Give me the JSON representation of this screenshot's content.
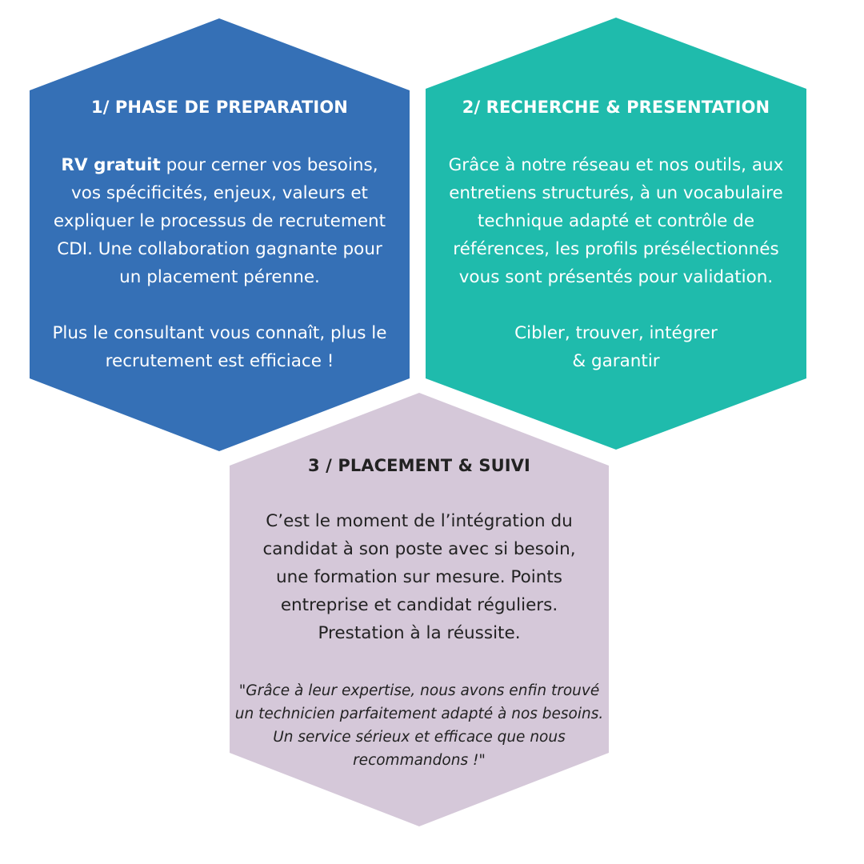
{
  "colors": {
    "phase1_bg": "#3570B6",
    "phase2_bg": "#1FBBAC",
    "phase3_bg": "#D5C8D9",
    "light_text": "#FFFFFF",
    "dark_text": "#222222",
    "background": "#FFFFFF"
  },
  "phases": [
    {
      "title": "1/ PHASE DE PREPARATION",
      "body_bold_lead": "RV gratuit",
      "body_lines": [
        " pour cerner vos besoins,",
        "vos spécificités, enjeux, valeurs et",
        "expliquer le processus de recrutement",
        "CDI. Une collaboration gagnante pour",
        "un placement pérenne."
      ],
      "closing_lines": [
        "Plus le consultant vous connaît, plus le",
        "recrutement est efficiace !"
      ]
    },
    {
      "title": "2/ RECHERCHE & PRESENTATION",
      "body_lines": [
        "Grâce à notre réseau et nos outils, aux",
        "entretiens structurés, à un vocabulaire",
        "technique adapté et contrôle de",
        "références, les profils présélectionnés",
        "vous sont présentés pour validation."
      ],
      "closing_lines": [
        "Cibler, trouver, intégrer",
        "& garantir"
      ]
    },
    {
      "title": "3 / PLACEMENT & SUIVI",
      "body_lines": [
        "C’est le moment de l’intégration du",
        "candidat à son poste avec si besoin,",
        "une formation sur mesure. Points",
        "entreprise et candidat réguliers.",
        "Prestation à la réussite."
      ],
      "quote_lines": [
        "\"Grâce à leur expertise, nous avons enfin trouvé",
        "un technicien parfaitement adapté à nos besoins.",
        "Un service sérieux et efficace que nous",
        "recommandons !\""
      ]
    }
  ]
}
